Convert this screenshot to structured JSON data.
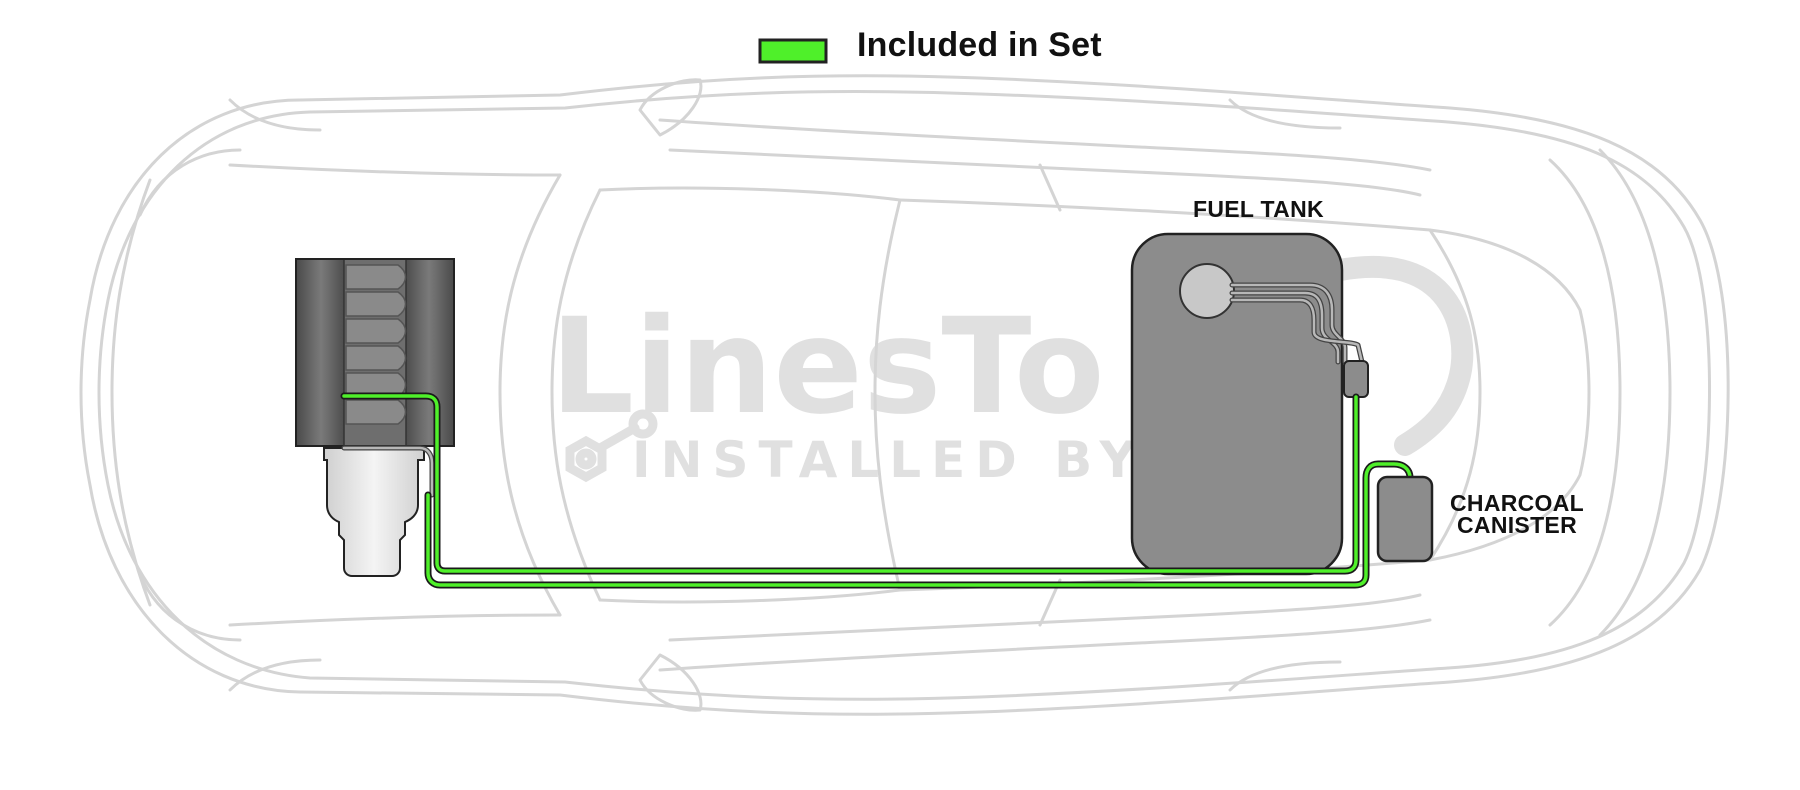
{
  "legend": {
    "label": "Included in Set",
    "swatch_color": "#4ff02a"
  },
  "labels": {
    "fuel_tank": "FUEL TANK",
    "canister_line1": "CHARCOAL",
    "canister_line2": "CANISTER"
  },
  "watermark": {
    "brand": "LinesTo",
    "tagline": "INSTALLED BY A"
  },
  "colors": {
    "included_line": "#4ff02a",
    "not_included_line": "#9a9a9a",
    "car_outline": "#d4d4d4",
    "tank_fill": "#8c8c8c",
    "engine_fill": "#5a5a5a",
    "transmission_fill": "#e2e2e2"
  },
  "icons": {
    "legend_swatch": "green-rectangle",
    "watermark_logo": "wrench-and-nut"
  }
}
